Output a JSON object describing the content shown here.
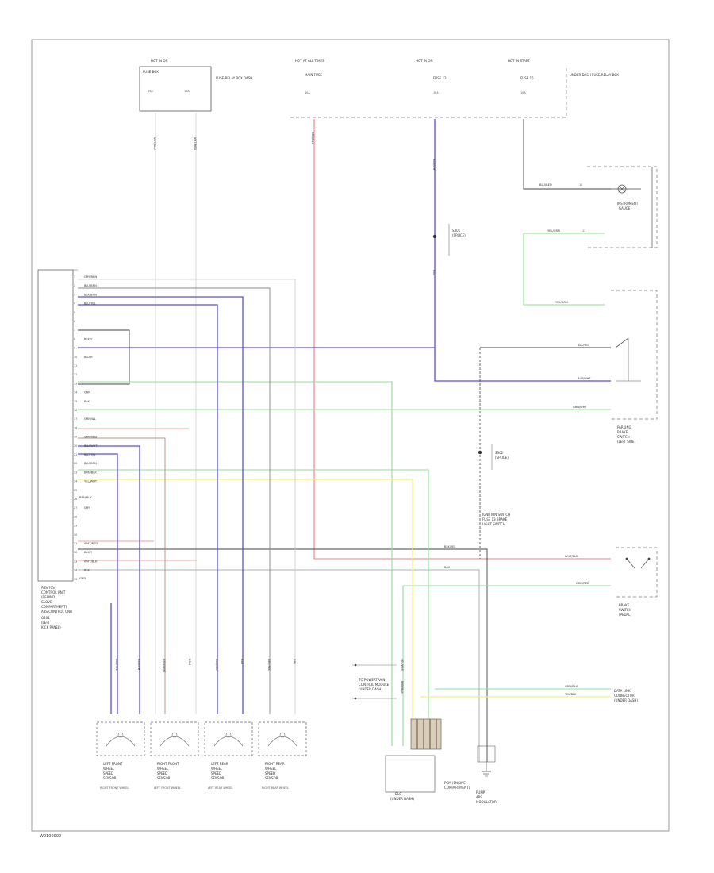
{
  "page_ref": "W0100000",
  "ground_label": "GND",
  "colors": {
    "red": "#f47b7b",
    "blue": "#5b4bf0",
    "green": "#8ee08e",
    "yellow": "#f4f07a",
    "dark": "#444444",
    "pink": "#f0a0a0",
    "brown": "#b09080",
    "grey": "#bbbbbb"
  },
  "components": {
    "fuse_a": {
      "top": "HOT IN ON",
      "name": "FUSE BOX",
      "pins": [
        "15A",
        "10A"
      ],
      "note": "FUSE/RELAY BOX DASH"
    },
    "fuse_b": {
      "top": "HOT AT ALL TIMES",
      "name": "MAIN FUSE",
      "pins": [
        "40A"
      ]
    },
    "fuse_c": {
      "top": "HOT IN ON",
      "name": "FUSE 12",
      "pins": [
        "10A"
      ]
    },
    "fuse_d": {
      "top": "HOT IN START",
      "name": "FUSE 15",
      "pins": [
        "10A"
      ],
      "note": "UNDER-DASH FUSE/RELAY BOX"
    },
    "tcm": {
      "name": "ABS CONTROL UNIT",
      "lines": [
        "ABS/TCS",
        "CONTROL UNIT",
        "(BEHIND",
        "GLOVE",
        "COMPARTMENT)"
      ]
    },
    "pump": {
      "name": "PUMP",
      "line1": "ABS",
      "line2": "MODULATOR"
    },
    "indicator": {
      "name": "INSTRUMENT",
      "line2": "GAUGE"
    },
    "brake_switch": {
      "lines": [
        "BRAKE",
        "SWITCH",
        "(PEDAL)"
      ]
    },
    "parking_switch": {
      "lines": [
        "PARKING",
        "BRAKE",
        "SWITCH",
        "(LEFT SIDE)"
      ]
    },
    "dlc": {
      "lines": [
        "DATA LINK",
        "CONNECTOR",
        "(UNDER DASH)"
      ]
    },
    "ground_left": {
      "lines": [
        "G201",
        "(LEFT",
        "KICK PANEL)"
      ]
    },
    "ground_mid": {
      "lines": [
        "DLC",
        "(UNDER DASH)"
      ]
    },
    "splice_top": {
      "lines": [
        "S301",
        "(SPLICE)"
      ]
    },
    "splice_mid": {
      "lines": [
        "S302",
        "(SPLICE)"
      ]
    },
    "pwr_spot": {
      "lines": [
        "IGNITION SWITCH",
        "FUSE 13 BRAKE",
        "LIGHT SWITCH"
      ]
    },
    "ecm_note": {
      "lines": [
        "TO POWERTRAIN",
        "CONTROL MODULE",
        "(UNDER DASH)"
      ]
    },
    "pcm_note": {
      "lines": [
        "PCM (ENGINE",
        "COMPARTMENT)"
      ]
    },
    "sensors": [
      {
        "lines": [
          "LEFT FRONT",
          "WHEEL",
          "SPEED",
          "SENSOR"
        ],
        "note": "RIGHT FRONT WHEEL",
        "wires": [
          "BLU/YEL",
          "BLU/WHT"
        ]
      },
      {
        "lines": [
          "RIGHT FRONT",
          "WHEEL",
          "SPEED",
          "SENSOR"
        ],
        "note": "LEFT FRONT WHEEL",
        "wires": [
          "BRN/WHT",
          "BRN"
        ]
      },
      {
        "lines": [
          "LEFT REAR",
          "WHEEL",
          "SPEED",
          "SENSOR"
        ],
        "note": "LEFT REAR WHEEL",
        "wires": [
          "BLU/GRN",
          "BLU"
        ]
      },
      {
        "lines": [
          "RIGHT REAR",
          "WHEEL",
          "SPEED",
          "SENSOR"
        ],
        "note": "RIGHT REAR WHEEL",
        "wires": [
          "GRY/RED",
          "GRY"
        ]
      }
    ]
  },
  "wire_labels": {
    "fuse_a_left": "WHT/BLU",
    "fuse_a_right": "WHT/RED",
    "red_main": "GRN/BLK",
    "blue_vertical": "BLU/WHT",
    "blue_lower": "BLU",
    "dark_top": "BLK/YEL",
    "dark_bottom": "BLK",
    "indicator_wire": "BLU/RED",
    "indicator_pin": "10",
    "green_top": "YEL/GRN",
    "green_bottom": "YEL/GRN",
    "green_pin": "13",
    "brake_red": "WHT/BLK",
    "brake_green": "GRN/RED",
    "dark_mid": "BLK/YEL",
    "blue_h2": "BLU/WHT",
    "white_grn": "GRN/WHT",
    "dlc_1": "YEL/WHT",
    "dlc_2": "BRN/BLK",
    "right_pair_1": "GRN/BLK",
    "right_pair_2": "YEL/BLK",
    "tcm_box_label": "BRN/BLK"
  },
  "tcm_pins": [
    {
      "pin": "1",
      "wire": "GRY/BRN"
    },
    {
      "pin": "2",
      "wire": "BLU/BRN"
    },
    {
      "pin": "3",
      "wire": "BLK/BRN"
    },
    {
      "pin": "4",
      "wire": "BLU/YEL"
    },
    {
      "pin": "5",
      "wire": ""
    },
    {
      "pin": "6",
      "wire": ""
    },
    {
      "pin": "7",
      "wire": ""
    },
    {
      "pin": "8",
      "wire": "BLK/Y"
    },
    {
      "pin": "9",
      "wire": ""
    },
    {
      "pin": "10",
      "wire": "BLU/R"
    },
    {
      "pin": "11",
      "wire": ""
    },
    {
      "pin": "12",
      "wire": ""
    },
    {
      "pin": "13",
      "wire": ""
    },
    {
      "pin": "14",
      "wire": "GRN"
    },
    {
      "pin": "15",
      "wire": "BLK"
    },
    {
      "pin": "16",
      "wire": ""
    },
    {
      "pin": "17",
      "wire": "GRN/WL"
    },
    {
      "pin": "18",
      "wire": ""
    },
    {
      "pin": "19",
      "wire": "GRY/RED"
    },
    {
      "pin": "20",
      "wire": "BLU/WHT"
    },
    {
      "pin": "21",
      "wire": "BLU/YEL"
    },
    {
      "pin": "22",
      "wire": "BLU/BRN"
    },
    {
      "pin": "23",
      "wire": "BRN/BLK"
    },
    {
      "pin": "24",
      "wire": "YEL/WHT"
    },
    {
      "pin": "25",
      "wire": ""
    },
    {
      "pin": "26",
      "wire": ""
    },
    {
      "pin": "27",
      "wire": "GRY"
    },
    {
      "pin": "28",
      "wire": ""
    },
    {
      "pin": "29",
      "wire": ""
    },
    {
      "pin": "30",
      "wire": ""
    },
    {
      "pin": "31",
      "wire": "WHT/RED"
    },
    {
      "pin": "32",
      "wire": "BLK/Y"
    },
    {
      "pin": "33",
      "wire": "WHT/BLK"
    },
    {
      "pin": "34",
      "wire": "BLK"
    },
    {
      "pin": "35",
      "wire": ""
    }
  ]
}
